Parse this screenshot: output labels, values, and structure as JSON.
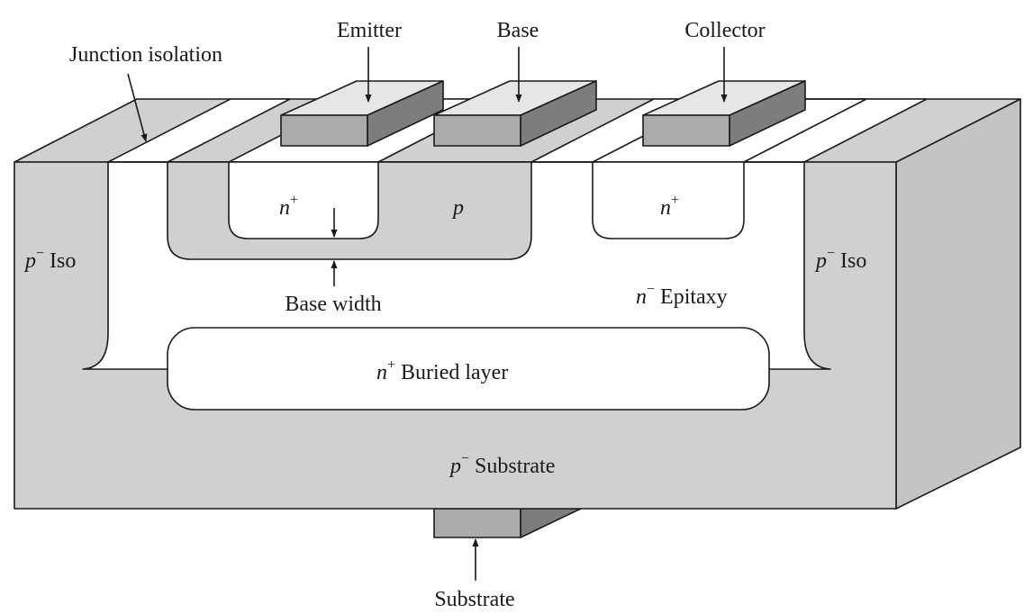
{
  "labels": {
    "junction_isolation": "Junction isolation",
    "emitter": "Emitter",
    "base": "Base",
    "collector": "Collector",
    "emitter_region": {
      "main": "n",
      "sup": "+"
    },
    "base_region": "p",
    "collector_region": {
      "main": "n",
      "sup": "+"
    },
    "left_iso": {
      "main": "p",
      "sup": "−",
      "rest": " Iso"
    },
    "right_iso": {
      "main": "p",
      "sup": "−",
      "rest": " Iso"
    },
    "base_width": "Base width",
    "epitaxy": {
      "main": "n",
      "sup": "−",
      "rest": " Epitaxy"
    },
    "buried_layer": {
      "main": "n",
      "sup": "+",
      "rest": " Buried layer"
    },
    "substrate_region": {
      "main": "p",
      "sup": "−",
      "rest": " Substrate"
    },
    "substrate_contact": "Substrate"
  },
  "colors": {
    "gray_fill": "#d0d0d0",
    "dark_face": "#a8a8a8",
    "side_face": "#c4c4c4",
    "contact_top": "#e6e6e6",
    "contact_front": "#ababab",
    "contact_side": "#7d7d7d",
    "white": "#ffffff",
    "ink": "#1a1a1a"
  }
}
